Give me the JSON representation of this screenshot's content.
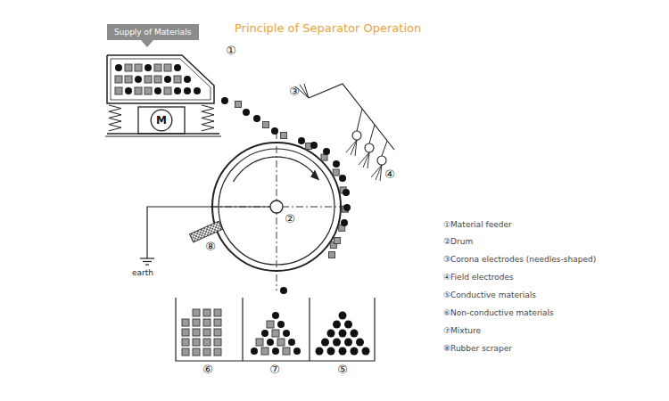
{
  "diagram": {
    "title": "Principle of Separator Operation",
    "nodes": [
      {
        "text": [
          "Supply of Materials"
        ]
      },
      {
        "text": [
          "M"
        ]
      }
    ],
    "labels": [
      "①",
      "②",
      "③",
      "④",
      "⑧",
      "earth",
      "⑥",
      "⑦",
      "⑤",
      "①Material feeder",
      "②Drum",
      "③Corona electrodes (needles-shaped)",
      "④Field electrodes",
      "⑤Conductive materials",
      "⑥Non-conductive materials",
      "⑦Mixture",
      "⑧Rubber scraper"
    ]
  }
}
